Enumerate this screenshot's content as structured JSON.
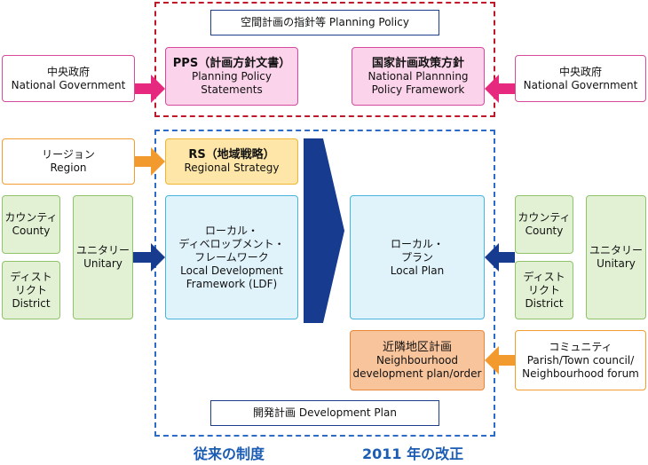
{
  "planning_policy_label": "空間計画の指針等 Planning Policy",
  "development_plan_label": "開発計画 Development Plan",
  "pps": {
    "title": "PPS（計画方針文書）",
    "line1": "Planning Policy",
    "line2": "Statements"
  },
  "nppf": {
    "title": "国家計画政策方針",
    "line1": "National Plannning",
    "line2": "Policy Framework"
  },
  "national_gov_left": {
    "jp": "中央政府",
    "en": "National Government"
  },
  "national_gov_right": {
    "jp": "中央政府",
    "en": "National Government"
  },
  "region": {
    "jp": "リージョン",
    "en": "Region"
  },
  "rs": {
    "title": "RS（地域戦略）",
    "en": "Regional Strategy"
  },
  "county_left": {
    "jp": "カウンティ",
    "en": "County"
  },
  "district_left": {
    "jp1": "ディスト",
    "jp2": "リクト",
    "en": "District"
  },
  "unitary_left": {
    "jp": "ユニタリー",
    "en": "Unitary"
  },
  "ldf": {
    "jp1": "ローカル・",
    "jp2": "ディベロップメント・",
    "jp3": "フレームワーク",
    "en1": "Local Development",
    "en2": "Framework (LDF)"
  },
  "local_plan": {
    "jp1": "ローカル・",
    "jp2": "プラン",
    "en": "Local Plan"
  },
  "county_right": {
    "jp": "カウンティ",
    "en": "County"
  },
  "district_right": {
    "jp1": "ディスト",
    "jp2": "リクト",
    "en": "District"
  },
  "unitary_right": {
    "jp": "ユニタリー",
    "en": "Unitary"
  },
  "ndp": {
    "jp": "近隣地区計画",
    "en1": "Neighbourhood",
    "en2": "development plan/order"
  },
  "community": {
    "jp": "コミュニティ",
    "en1": "Parish/Town council/",
    "en2": "Neighbourhood forum"
  },
  "caption_left": "従来の制度",
  "caption_right": "2011 年の改正",
  "colors": {
    "pink_arrow": "#e6287f",
    "orange_arrow": "#f39a2e",
    "navy_arrow": "#173b8f",
    "red_frame": "#c0182a",
    "blue_frame": "#2c6cc8"
  }
}
